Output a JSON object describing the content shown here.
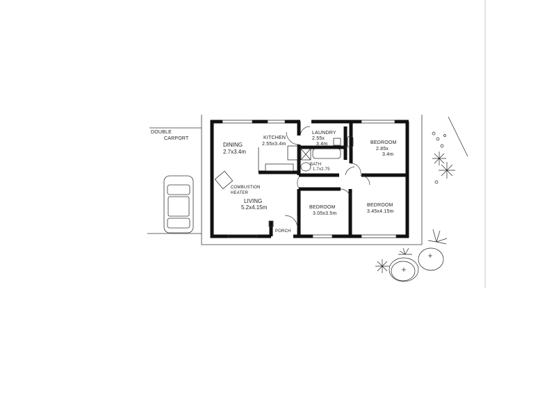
{
  "plan": {
    "carport": {
      "line1": "DOUBLE",
      "line2": "CARPORT"
    },
    "rooms": {
      "dining": {
        "name": "DINING",
        "size": "2.7x3.4m"
      },
      "kitchen": {
        "name": "KITCHEN",
        "size": "2.55x3.4m"
      },
      "laundry": {
        "name": "LAUNDRY",
        "size1": "2.55x",
        "size2": "3.4m"
      },
      "bath": {
        "name": "BATH",
        "size": "1.7x2.75"
      },
      "heater": {
        "line1": "COMBUSTION",
        "line2": "HEATER"
      },
      "living": {
        "name": "LIVING",
        "size": "5.2x4.15m"
      },
      "porch": {
        "name": "PORCH"
      },
      "bedroom_mid": {
        "name": "BEDROOM",
        "size": "3.05x3.5m"
      },
      "bedroom_top_right": {
        "name": "BEDROOM",
        "size1": "2.85x",
        "size2": "3.4m"
      },
      "bedroom_bottom_right": {
        "name": "BEDROOM",
        "size": "3.45x4.15m"
      }
    },
    "colors": {
      "ink": "#111111",
      "paper": "#ffffff"
    }
  }
}
